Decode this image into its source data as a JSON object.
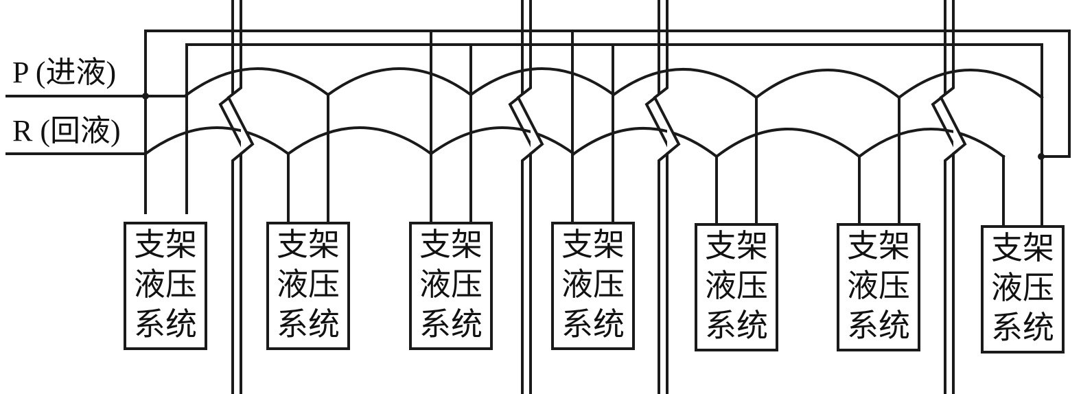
{
  "labels": {
    "pressure_line": "P (进液)",
    "return_line": "R (回液)"
  },
  "units": [
    {
      "id": 1,
      "lines": [
        "支架",
        "液压",
        "系统"
      ]
    },
    {
      "id": 2,
      "lines": [
        "支架",
        "液压",
        "系统"
      ]
    },
    {
      "id": 3,
      "lines": [
        "支架",
        "液压",
        "系统"
      ]
    },
    {
      "id": 4,
      "lines": [
        "支架",
        "液压",
        "系统"
      ]
    },
    {
      "id": 5,
      "lines": [
        "支架",
        "液压",
        "系统"
      ]
    },
    {
      "id": 6,
      "lines": [
        "支架",
        "液压",
        "系统"
      ]
    },
    {
      "id": 7,
      "lines": [
        "支架",
        "液压",
        "系统"
      ]
    }
  ],
  "colors": {
    "stroke": "#1a1a1a",
    "background": "#ffffff"
  }
}
